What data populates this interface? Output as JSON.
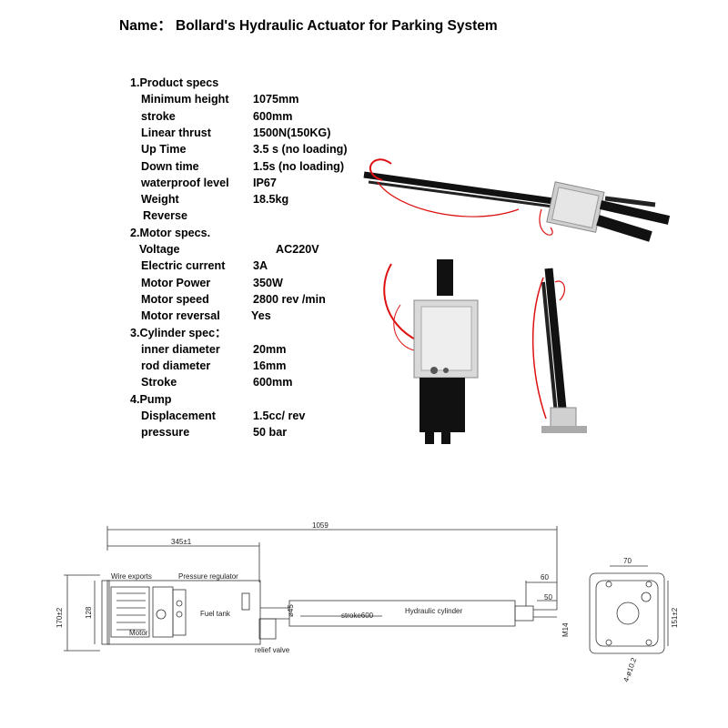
{
  "title": "Name： Bollard's Hydraulic Actuator for Parking System",
  "specs": [
    {
      "label": "1.Product specs",
      "value": ""
    },
    {
      "label": "Minimum height",
      "value": "1075mm"
    },
    {
      "label": "stroke",
      "value": "600mm"
    },
    {
      "label": "Linear thrust",
      "value": "1500N(150KG)"
    },
    {
      "label": "Up Time",
      "value": "3.5 s (no loading)"
    },
    {
      "label": "Down time",
      "value": "1.5s (no loading)"
    },
    {
      "label": "waterproof level",
      "value": "IP67"
    },
    {
      "label": "Weight",
      "value": "18.5kg"
    },
    {
      "label": "Reverse",
      "value": ""
    },
    {
      "label": "2.Motor specs.",
      "value": ""
    },
    {
      "label": "Voltage",
      "value": "AC220V"
    },
    {
      "label": "Electric current",
      "value": "3A"
    },
    {
      "label": "Motor Power",
      "value": "350W"
    },
    {
      "label": "Motor speed",
      "value": "2800 rev /min"
    },
    {
      "label": "Motor reversal",
      "value": "Yes"
    },
    {
      "label": "3.Cylinder spec：",
      "value": ""
    },
    {
      "label": "inner diameter",
      "value": "20mm"
    },
    {
      "label": "rod diameter",
      "value": "16mm"
    },
    {
      "label": "Stroke",
      "value": "600mm"
    },
    {
      "label": "4.Pump",
      "value": ""
    },
    {
      "label": "Displacement",
      "value": "1.5cc/ rev"
    },
    {
      "label": "pressure",
      "value": "50 bar"
    }
  ],
  "drawing": {
    "dim_total": "1059",
    "dim_tank": "345±1",
    "dim_height": "170±2",
    "dim_inner": "128",
    "label_wire": "Wire exports",
    "label_pressure": "Pressure regulator",
    "label_fuel": "Fuel tank",
    "label_motor": "Motor",
    "label_relief": "relief valve",
    "label_stroke": "stroke600",
    "label_cylinder": "Hydraulic cylinder",
    "dim_phi45": "ø45",
    "dim_60": "60",
    "dim_50": "50",
    "dim_m14": "M14",
    "dim_70": "70",
    "dim_151": "151±2",
    "dim_holes": "4-ø10.2"
  }
}
